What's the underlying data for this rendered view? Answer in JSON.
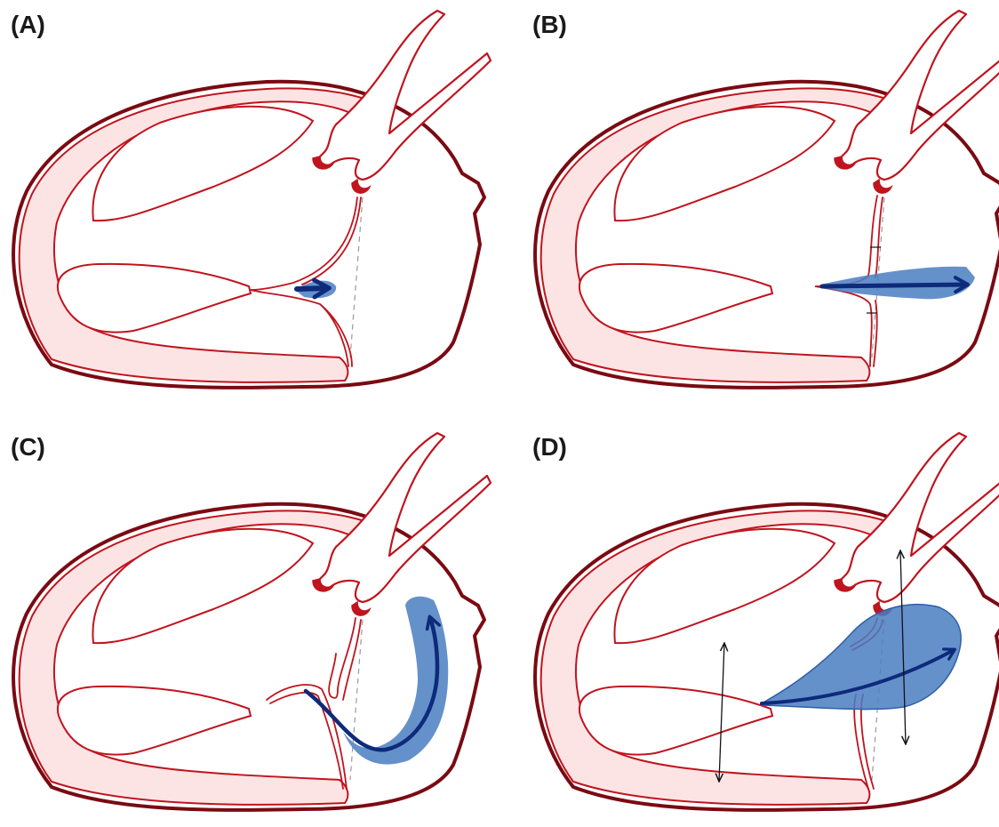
{
  "panels": [
    {
      "id": "a",
      "label": "(A)",
      "variant": "small-jet"
    },
    {
      "id": "b",
      "label": "(B)",
      "variant": "straight-jet"
    },
    {
      "id": "c",
      "label": "(C)",
      "variant": "curved-jet"
    },
    {
      "id": "d",
      "label": "(D)",
      "variant": "broad-jet"
    }
  ],
  "colors": {
    "heart_outline": "#7a0a12",
    "wall_line": "#c0141e",
    "wall_fill": "#fde4e4",
    "jet_fill": "#4a7ec2",
    "jet_arrow": "#0e2a7a",
    "dimension_line": "#111111",
    "dashed_line": "#9a9a9a"
  }
}
